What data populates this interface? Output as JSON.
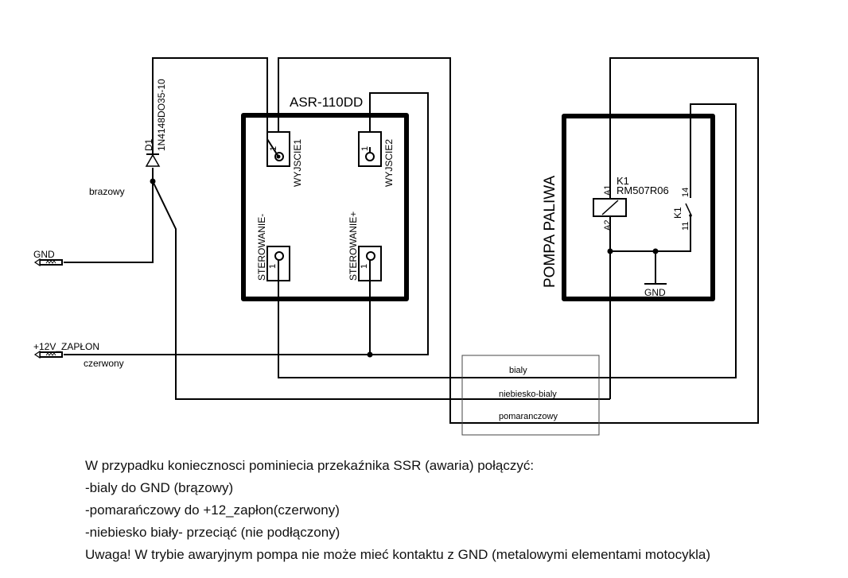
{
  "connectors": {
    "gnd_label": "GND",
    "v12_label": "+12V_ZAPŁON",
    "gnd_wire_color": "brazowy",
    "v12_wire_color": "czerwony"
  },
  "diode": {
    "ref": "D1",
    "part": "1N4148DO35-10"
  },
  "ssr": {
    "title": "ASR-110DD",
    "pins": [
      {
        "label": "WYJSCIE1",
        "num": "1"
      },
      {
        "label": "WYJSCIE2",
        "num": "1"
      },
      {
        "label": "STEROWANIE-",
        "num": "1"
      },
      {
        "label": "STEROWANIE+",
        "num": "1"
      }
    ]
  },
  "pump": {
    "title": "POMPA PALIWA",
    "relay_ref": "K1",
    "relay_part": "RM507R06",
    "coil_a1": "A1",
    "coil_a2": "A2",
    "contact_ref": "K1",
    "contact_14": "14",
    "contact_11": "11",
    "gnd_label": "GND"
  },
  "cable": {
    "wires": [
      "bialy",
      "niebiesko-bialy",
      "pomaranczowy"
    ]
  },
  "notes": [
    "W przypadku koniecznosci pominiecia przekaźnika SSR (awaria) połączyć:",
    "-bialy do GND (brązowy)",
    "-pomarańczowy do +12_zapłon(czerwony)",
    "-niebiesko biały- przeciąć (nie podłączony)",
    "Uwaga! W trybie awaryjnym pompa nie może mieć kontaktu z GND (metalowymi  elementami motocykla)"
  ]
}
